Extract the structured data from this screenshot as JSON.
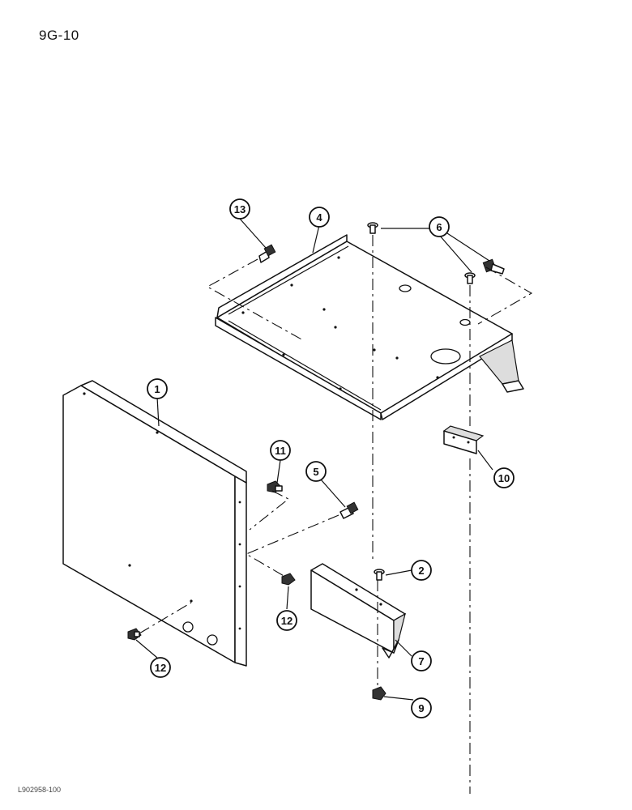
{
  "header": {
    "page_id": "9G-10"
  },
  "footer": {
    "drawing_code": "L902958-100"
  },
  "callouts": [
    {
      "id": "callout-1",
      "label": "1"
    },
    {
      "id": "callout-2",
      "label": "2"
    },
    {
      "id": "callout-4",
      "label": "4"
    },
    {
      "id": "callout-5",
      "label": "5"
    },
    {
      "id": "callout-6",
      "label": "6"
    },
    {
      "id": "callout-7",
      "label": "7"
    },
    {
      "id": "callout-9",
      "label": "9"
    },
    {
      "id": "callout-10",
      "label": "10"
    },
    {
      "id": "callout-11",
      "label": "11"
    },
    {
      "id": "callout-12a",
      "label": "12"
    },
    {
      "id": "callout-12b",
      "label": "12"
    },
    {
      "id": "callout-13",
      "label": "13"
    }
  ]
}
